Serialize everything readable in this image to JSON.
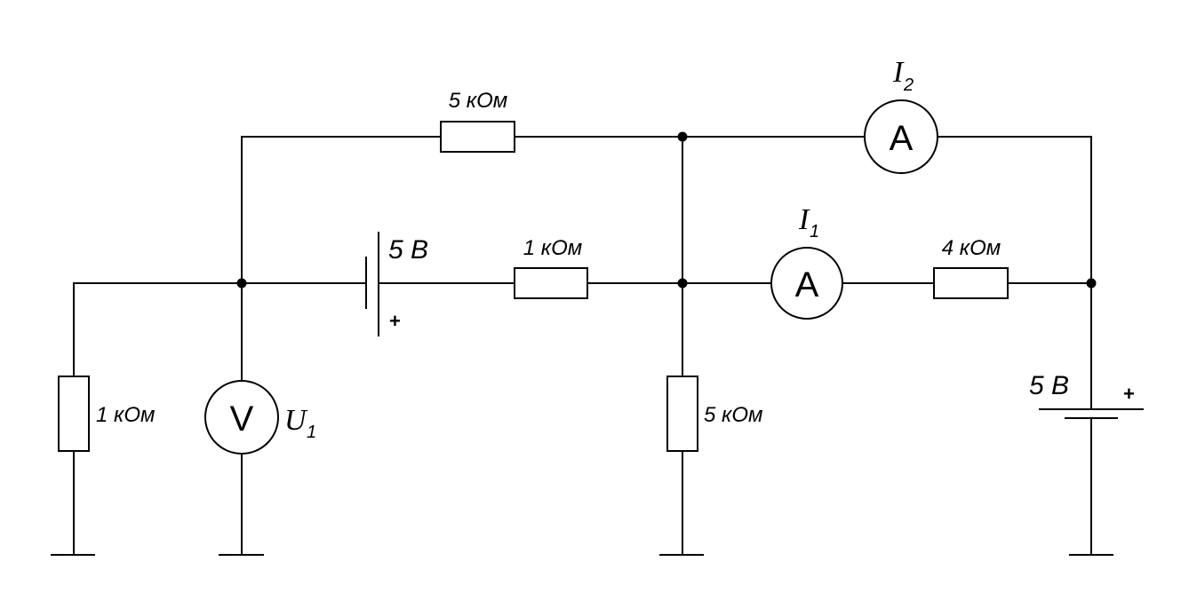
{
  "resistors": {
    "r_top": "5 кОм",
    "r_mid": "1 кОм",
    "r_right": "4 кОм",
    "r_left_vertical": "1 кОм",
    "r_center_vertical": "5 кОм"
  },
  "sources": {
    "horizontal_voltage": "5 В",
    "vertical_voltage": "5 В",
    "plus_sign": "+"
  },
  "meters": {
    "voltmeter_glyph": "V",
    "ammeter_glyph": "A",
    "voltmeter_symbol": "U",
    "voltmeter_subscript": "1",
    "ammeter1_symbol": "I",
    "ammeter1_subscript": "1",
    "ammeter2_symbol": "I",
    "ammeter2_subscript": "2"
  }
}
